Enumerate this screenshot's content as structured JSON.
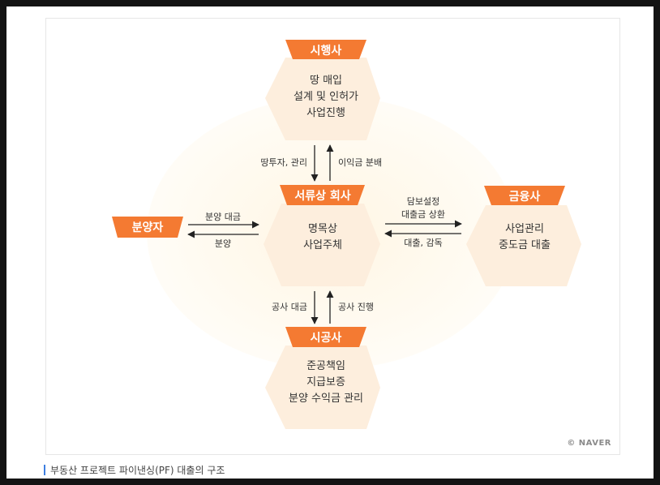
{
  "nodes": {
    "developer": {
      "banner": "시행사",
      "lines": [
        "땅 매입",
        "설계 및 인허가",
        "사업진행"
      ]
    },
    "spc": {
      "banner": "서류상 회사",
      "lines": [
        "명목상",
        "사업주체"
      ]
    },
    "buyer": {
      "banner": "분양자"
    },
    "finance": {
      "banner": "금융사",
      "lines": [
        "사업관리",
        "중도금 대출"
      ]
    },
    "constructor": {
      "banner": "시공사",
      "lines": [
        "준공책임",
        "지급보증",
        "분양 수익금 관리"
      ]
    }
  },
  "arrows": {
    "top_down": "땅투자, 관리",
    "top_up": "이익금 분배",
    "left_right": "분양 대금",
    "left_left": "분양",
    "right_top_1": "담보설정",
    "right_top_2": "대출금 상환",
    "right_bottom": "대출, 감독",
    "bottom_down": "공사 대금",
    "bottom_up": "공사 진행"
  },
  "watermark": "© NAVER",
  "caption": "부동산 프로젝트 파이낸싱(PF) 대출의 구조",
  "colors": {
    "orange": "#f47a32",
    "hex_fill": "#fdeedd",
    "accent_bar": "#3d7ee0"
  }
}
